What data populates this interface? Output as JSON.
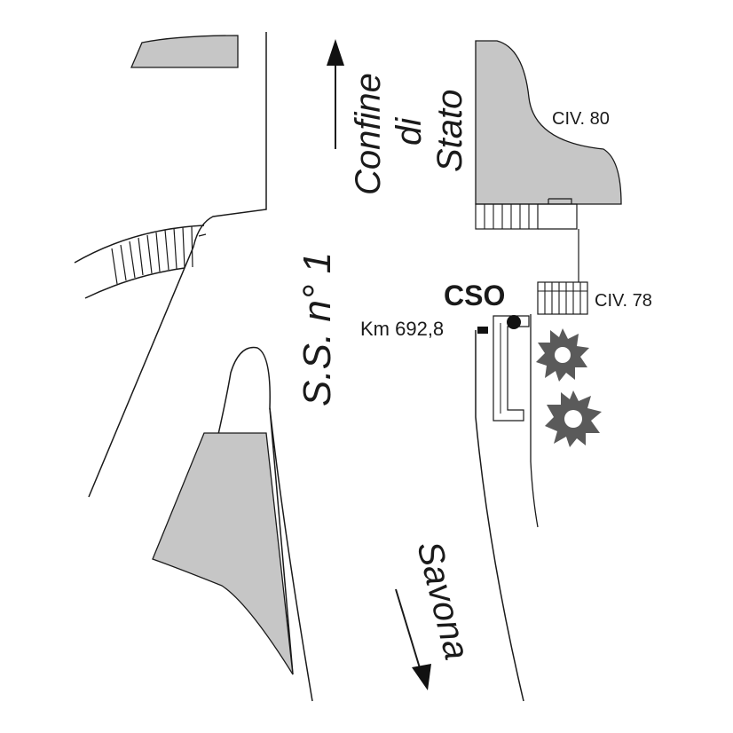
{
  "map": {
    "road_name": "S.S. n° 1",
    "direction_north_label_line1": "Confine",
    "direction_north_label_line2": "di",
    "direction_north_label_line3": "Stato",
    "direction_south_label": "Savona",
    "marker_label": "CSO",
    "kilometer_label": "Km 692,8",
    "civic_80_label": "CIV. 80",
    "civic_78_label": "CIV. 78"
  },
  "colors": {
    "building_fill": "#c6c6c6",
    "line": "#1a1a1a",
    "tree": "#5a5a5a",
    "background": "#ffffff"
  }
}
